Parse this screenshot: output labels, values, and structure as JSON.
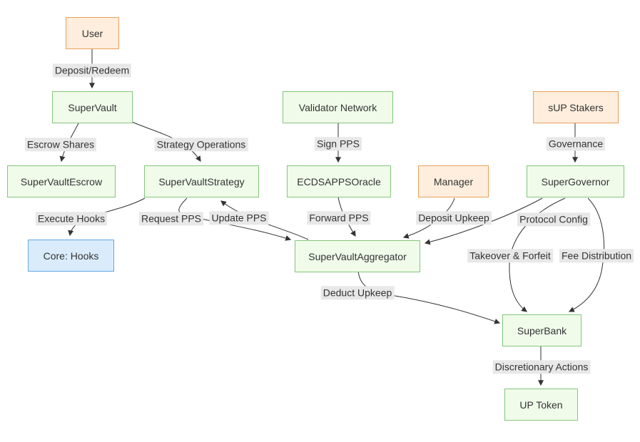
{
  "diagram": {
    "title": "",
    "nodes": {
      "user": {
        "label": "User",
        "type": "orange"
      },
      "supervault": {
        "label": "SuperVault",
        "type": "green"
      },
      "supervault_escrow": {
        "label": "SuperVaultEscrow",
        "type": "green"
      },
      "supervault_strategy": {
        "label": "SuperVaultStrategy",
        "type": "green"
      },
      "core_hooks": {
        "label": "Core: Hooks",
        "type": "blue"
      },
      "validator_network": {
        "label": "Validator Network",
        "type": "green"
      },
      "ecdsapps_oracle": {
        "label": "ECDSAPPSOracle",
        "type": "green"
      },
      "manager": {
        "label": "Manager",
        "type": "orange"
      },
      "sup_stakers": {
        "label": "sUP Stakers",
        "type": "orange"
      },
      "supergovernor": {
        "label": "SuperGovernor",
        "type": "green"
      },
      "supervault_aggregator": {
        "label": "SuperVaultAggregator",
        "type": "green"
      },
      "superbank": {
        "label": "SuperBank",
        "type": "green"
      },
      "up_token": {
        "label": "UP Token",
        "type": "green"
      }
    },
    "edge_labels": {
      "deposit_redeem": "Deposit/Redeem",
      "escrow_shares": "Escrow Shares",
      "strategy_operations": "Strategy Operations",
      "execute_hooks": "Execute Hooks",
      "request_pps": "Request PPS",
      "update_pps": "Update PPS",
      "sign_pps": "Sign PPS",
      "forward_pps": "Forward PPS",
      "deposit_upkeep": "Deposit Upkeep",
      "governance": "Governance",
      "protocol_config": "Protocol Config",
      "takeover_forfeit": "Takeover & Forfeit",
      "fee_distribution": "Fee Distribution",
      "deduct_upkeep": "Deduct Upkeep",
      "discretionary_actions": "Discretionary Actions"
    },
    "edges": [
      {
        "from": "User",
        "to": "SuperVault",
        "label": "Deposit/Redeem"
      },
      {
        "from": "SuperVault",
        "to": "SuperVaultEscrow",
        "label": "Escrow Shares"
      },
      {
        "from": "SuperVault",
        "to": "SuperVaultStrategy",
        "label": "Strategy Operations"
      },
      {
        "from": "SuperVaultStrategy",
        "to": "Core: Hooks",
        "label": "Execute Hooks"
      },
      {
        "from": "SuperVaultStrategy",
        "to": "SuperVaultAggregator",
        "label": "Request PPS"
      },
      {
        "from": "SuperVaultAggregator",
        "to": "SuperVaultStrategy",
        "label": "Update PPS"
      },
      {
        "from": "Validator Network",
        "to": "ECDSAPPSOracle",
        "label": "Sign PPS"
      },
      {
        "from": "ECDSAPPSOracle",
        "to": "SuperVaultAggregator",
        "label": "Forward PPS"
      },
      {
        "from": "Manager",
        "to": "SuperVaultAggregator",
        "label": "Deposit Upkeep"
      },
      {
        "from": "sUP Stakers",
        "to": "SuperGovernor",
        "label": "Governance"
      },
      {
        "from": "SuperGovernor",
        "to": "SuperVaultAggregator",
        "label": "Protocol Config"
      },
      {
        "from": "SuperGovernor",
        "to": "SuperBank",
        "label": "Takeover & Forfeit"
      },
      {
        "from": "SuperGovernor",
        "to": "SuperBank",
        "label": "Fee Distribution"
      },
      {
        "from": "SuperVaultAggregator",
        "to": "SuperBank",
        "label": "Deduct Upkeep"
      },
      {
        "from": "SuperBank",
        "to": "UP Token",
        "label": "Discretionary Actions"
      }
    ],
    "colors": {
      "orange_fill": "#ffeedd",
      "orange_stroke": "#e8a05c",
      "green_fill": "#f0fbea",
      "green_stroke": "#82c77b",
      "blue_fill": "#daecfc",
      "blue_stroke": "#64a9e4",
      "label_bg": "#e8e8e8",
      "label_text": "#333333",
      "edge_color": "#333333",
      "canvas_bg": "#ffffff"
    }
  }
}
